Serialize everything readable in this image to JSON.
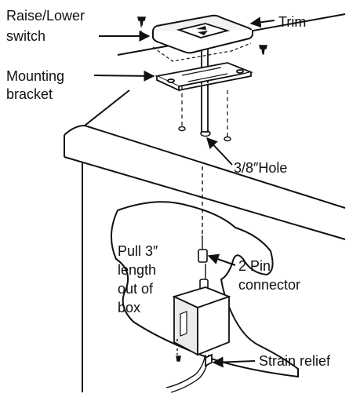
{
  "labels": {
    "switch_line1": "Raise/Lower",
    "switch_line2": "switch",
    "trim": "Trim",
    "bracket_line1": "Mounting",
    "bracket_line2": "bracket",
    "hole": "3/8″Hole",
    "pull_line1": "Pull 3″",
    "pull_line2": "length",
    "pull_line3": "out of",
    "pull_line4": "box",
    "connector_line1": "2 Pin",
    "connector_line2": "connector",
    "strain_relief": "Strain relief"
  },
  "colors": {
    "ink": "#111111",
    "paper": "#ffffff",
    "switch_face": "#f2f2f2",
    "box_fill": "#ebebeb",
    "arrow_glyph": "#111111"
  },
  "icons": {
    "switch_arrows": "up-down-triangle-icon"
  }
}
